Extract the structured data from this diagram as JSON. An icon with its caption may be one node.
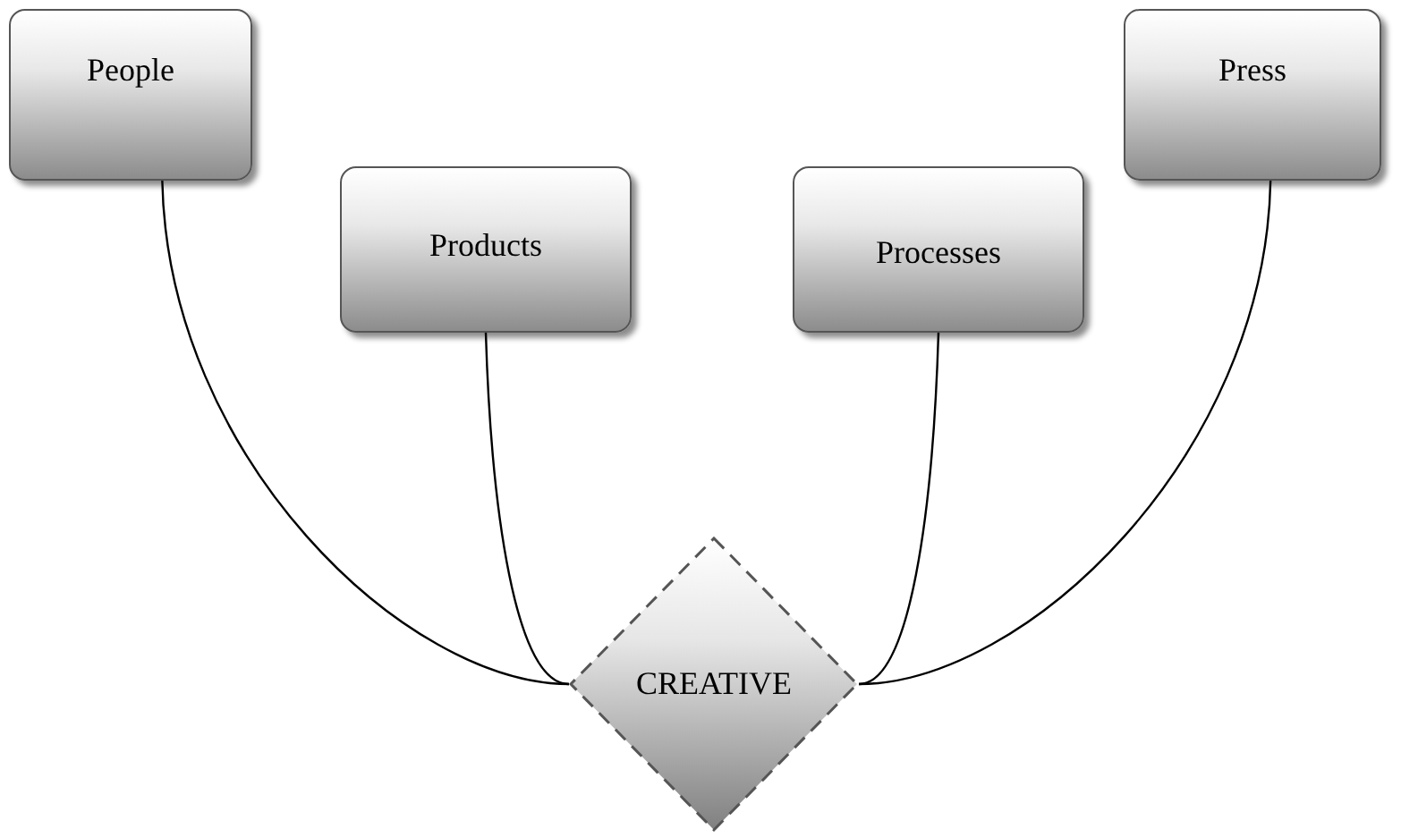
{
  "diagram": {
    "nodes": [
      {
        "text": [
          "People"
        ]
      },
      {
        "text": [
          "Products"
        ]
      },
      {
        "text": [
          "Processes"
        ]
      },
      {
        "text": [
          "Press"
        ]
      },
      {
        "text": [
          "CREATIVE"
        ]
      }
    ],
    "edges": [
      {
        "from": 0,
        "to": 4,
        "arrow": "none"
      },
      {
        "from": 1,
        "to": 4,
        "arrow": "none"
      },
      {
        "from": 2,
        "to": 4,
        "arrow": "none"
      },
      {
        "from": 3,
        "to": 4,
        "arrow": "none"
      }
    ]
  }
}
